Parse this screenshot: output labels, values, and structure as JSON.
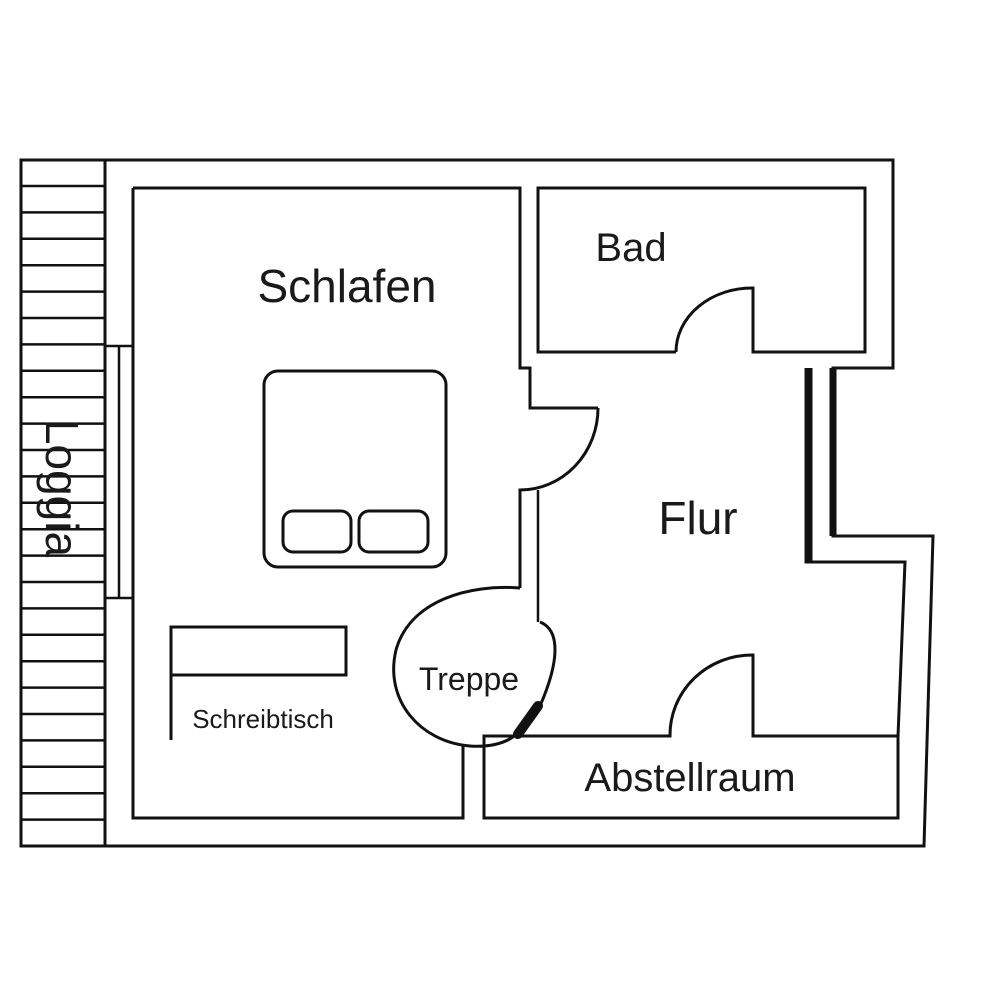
{
  "rooms": {
    "loggia": "Loggia",
    "schlafen": "Schlafen",
    "bad": "Bad",
    "flur": "Flur",
    "treppe": "Treppe",
    "schreibtisch": "Schreibtisch",
    "abstellraum": "Abstellraum"
  },
  "colors": {
    "line": "#111111",
    "background": "#ffffff"
  }
}
